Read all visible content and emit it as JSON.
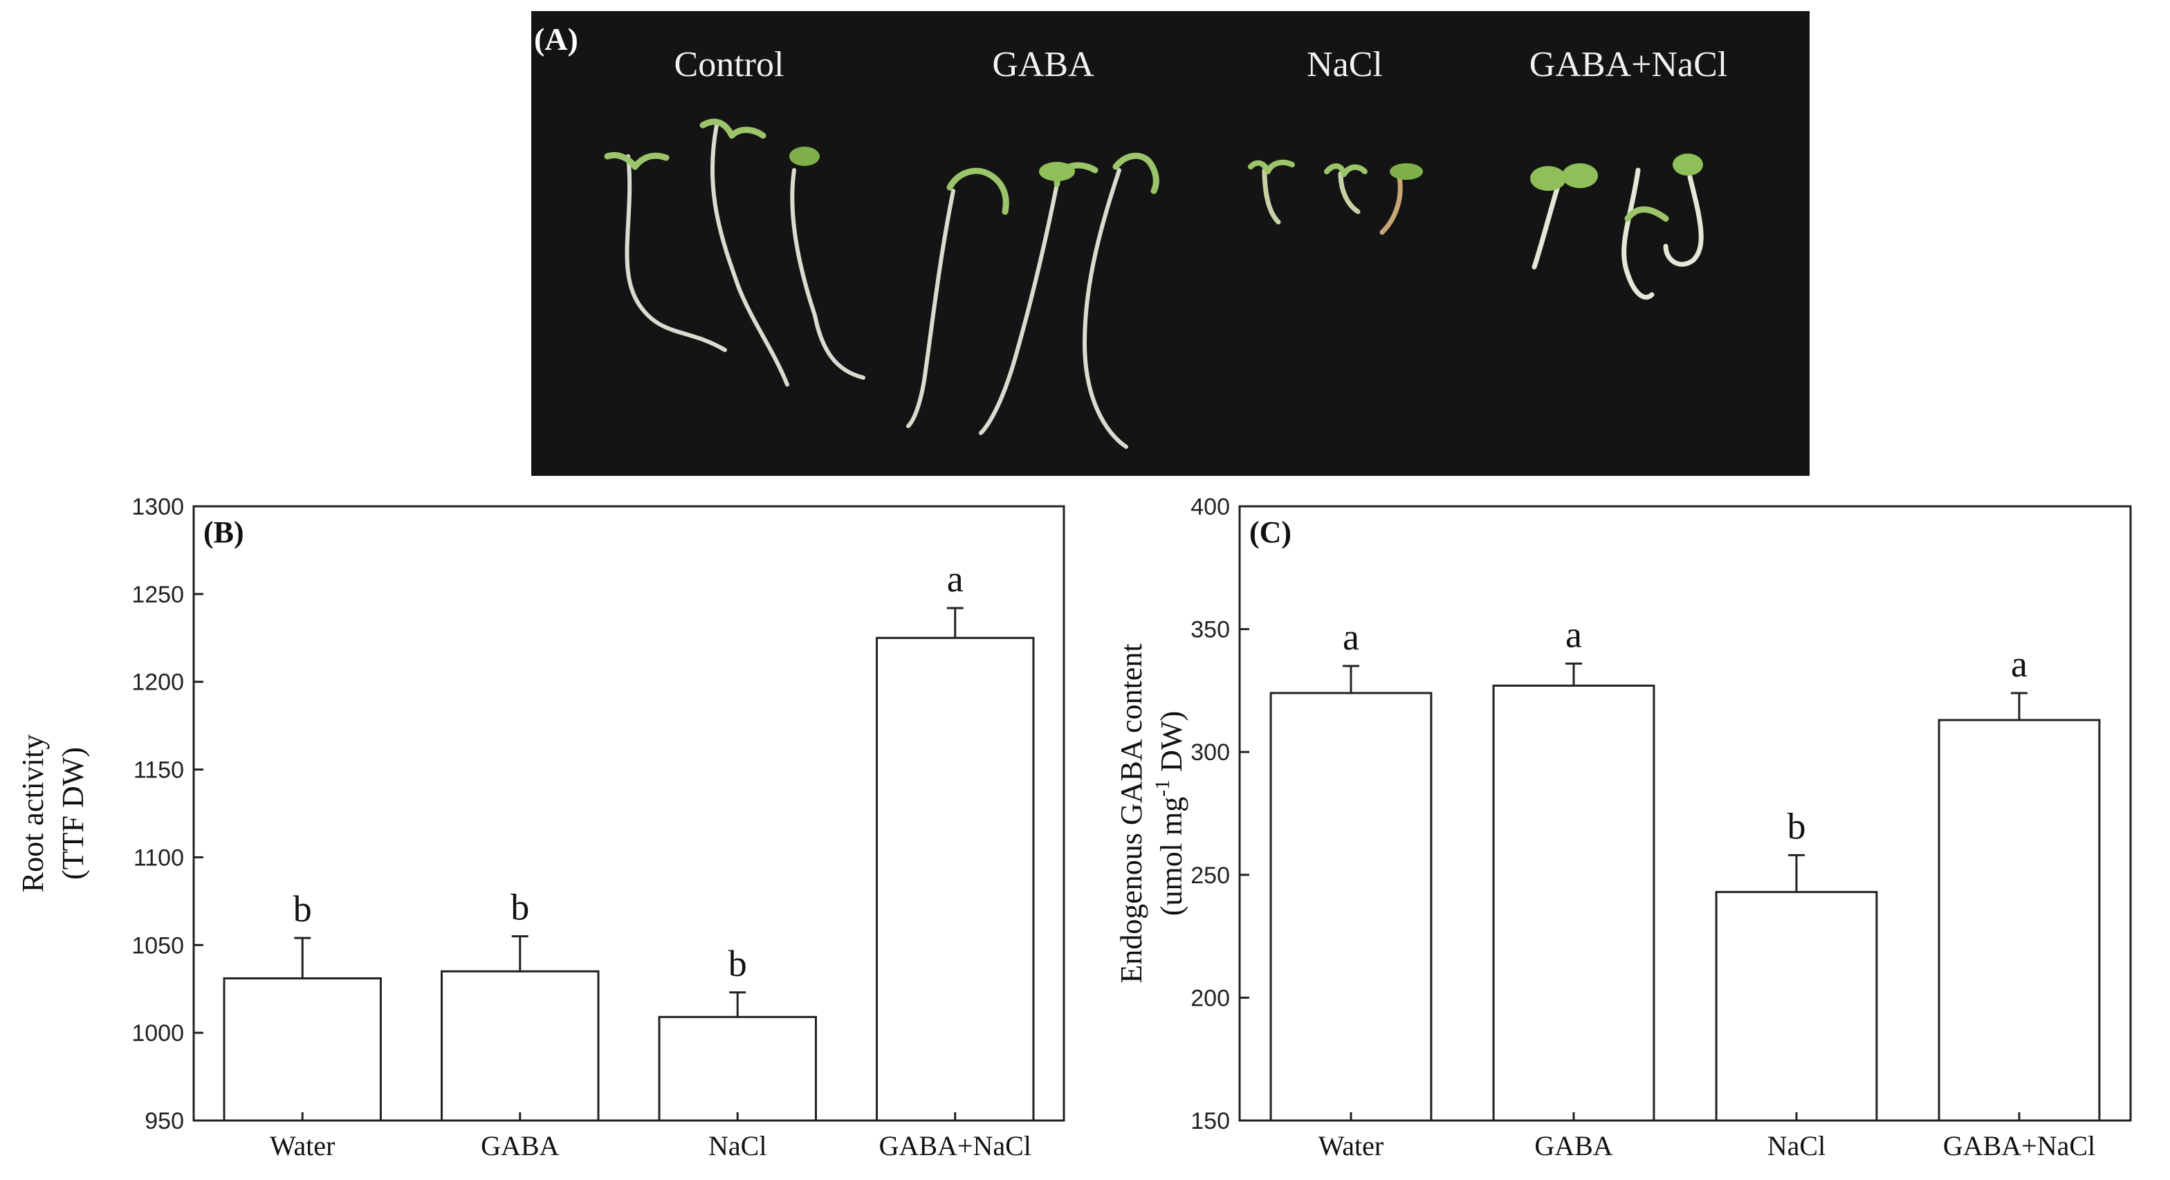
{
  "photo_panel": {
    "label": "(A)",
    "groups": [
      "Control",
      "GABA",
      "NaCl",
      "GABA+NaCl"
    ]
  },
  "chart_data": [
    {
      "type": "bar",
      "panel_label": "(B)",
      "ylabel_line1": "Root activity",
      "ylabel_line2": "(TTF DW)",
      "categories": [
        "Water",
        "GABA",
        "NaCl",
        "GABA+NaCl"
      ],
      "values": [
        1031,
        1035,
        1009,
        1225
      ],
      "errors": [
        23,
        20,
        14,
        17
      ],
      "significance": [
        "b",
        "b",
        "b",
        "a"
      ],
      "ylim": [
        950,
        1300
      ],
      "yticks": [
        950,
        1000,
        1050,
        1100,
        1150,
        1200,
        1250,
        1300
      ],
      "grid": false,
      "bar_color": "#ffffff"
    },
    {
      "type": "bar",
      "panel_label": "(C)",
      "ylabel_line1": "Endogenous GABA content",
      "ylabel_line2": "(umol mg-1 DW)",
      "ylabel_line2_parts": [
        "(umol mg",
        "-1",
        " DW)"
      ],
      "categories": [
        "Water",
        "GABA",
        "NaCl",
        "GABA+NaCl"
      ],
      "values": [
        324,
        327,
        243,
        313
      ],
      "errors": [
        11,
        9,
        15,
        11
      ],
      "significance": [
        "a",
        "a",
        "b",
        "a"
      ],
      "ylim": [
        150,
        400
      ],
      "yticks": [
        150,
        200,
        250,
        300,
        350,
        400
      ],
      "grid": false,
      "bar_color": "#ffffff"
    }
  ]
}
